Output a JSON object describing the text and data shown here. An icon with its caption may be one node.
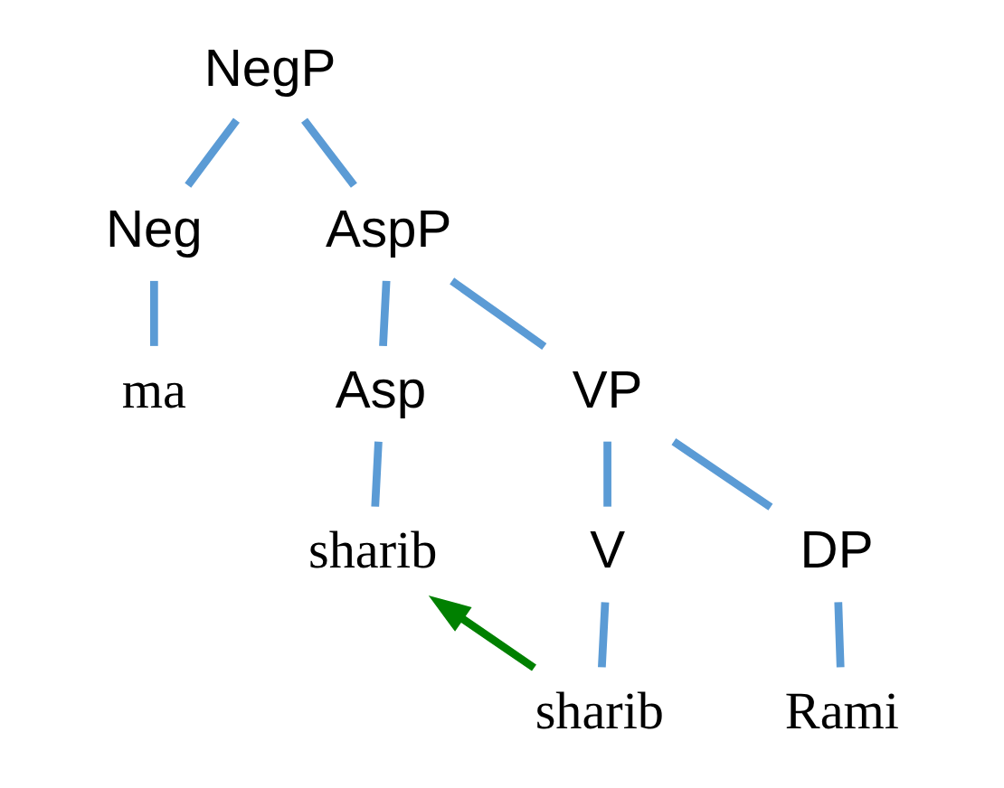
{
  "diagram": {
    "nodes": [
      {
        "text": [
          "NegP"
        ]
      },
      {
        "text": [
          "Neg"
        ]
      },
      {
        "text": [
          "ma"
        ]
      },
      {
        "text": [
          "AspP"
        ]
      },
      {
        "text": [
          "Asp"
        ]
      },
      {
        "text": [
          "sharib"
        ]
      },
      {
        "text": [
          "VP"
        ]
      },
      {
        "text": [
          "DP"
        ]
      },
      {
        "text": [
          "Rami"
        ]
      },
      {
        "text": [
          "V"
        ]
      },
      {
        "text": [
          "sharib"
        ]
      }
    ],
    "edges": [
      {
        "from": 0,
        "to": 1,
        "arrow": "none"
      },
      {
        "from": 0,
        "to": 3,
        "arrow": "none"
      },
      {
        "from": 1,
        "to": 2,
        "arrow": "none"
      },
      {
        "from": 3,
        "to": 4,
        "arrow": "none"
      },
      {
        "from": 3,
        "to": 6,
        "arrow": "none"
      },
      {
        "from": 4,
        "to": 5,
        "arrow": "none"
      },
      {
        "from": 6,
        "to": 7,
        "arrow": "none"
      },
      {
        "from": 6,
        "to": 9,
        "arrow": "none"
      },
      {
        "from": 7,
        "to": 8,
        "arrow": "none"
      },
      {
        "from": 9,
        "to": 10,
        "arrow": "none"
      },
      {
        "from": 10,
        "to": 5,
        "arrow": "to",
        "color": "#008000"
      }
    ]
  }
}
